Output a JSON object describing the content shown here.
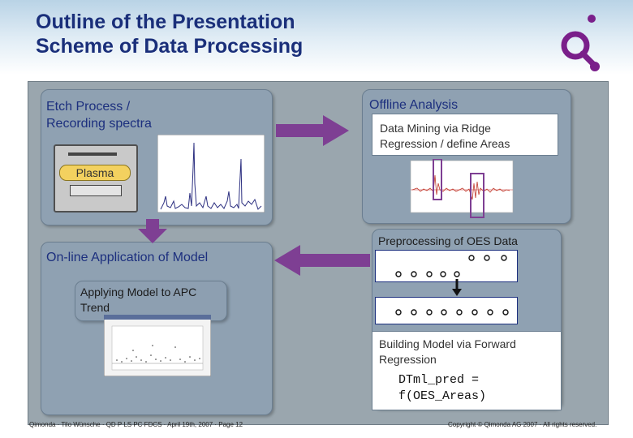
{
  "title": {
    "line1": "Outline of the Presentation",
    "line2": "Scheme of Data Processing"
  },
  "logo": {
    "icon": "qimonda-logo-icon",
    "color": "#7a1f8a"
  },
  "etch": {
    "label_line1": "Etch Process /",
    "label_line2": "Recording spectra",
    "chamber_label": "Plasma"
  },
  "offline": {
    "label": "Offline Analysis",
    "step_line1": "Data Mining via Ridge",
    "step_line2": "Regression / define Areas"
  },
  "preprocessing": {
    "label": "Preprocessing of OES Data"
  },
  "online": {
    "label": "On-line Application of Model",
    "step_line1": "Applying Model to APC",
    "step_line2": "Trend"
  },
  "building": {
    "line1": "Building Model via Forward",
    "line2": "Regression",
    "formula_line1": "DTml_pred =",
    "formula_line2": "f(OES_Areas)"
  },
  "footer": {
    "left": "Qimonda · Tilo Wünsche · QD P LS PC FDCS · April 19th, 2007 · Page 12",
    "right": "Copyright © Qimonda AG 2007 · All rights reserved."
  },
  "colors": {
    "title": "#1a2f7a",
    "box": "#8fa1b2",
    "arrow": "#7e3f93",
    "highlight": "#7e3f93",
    "spectrum": "#2c2f80"
  }
}
